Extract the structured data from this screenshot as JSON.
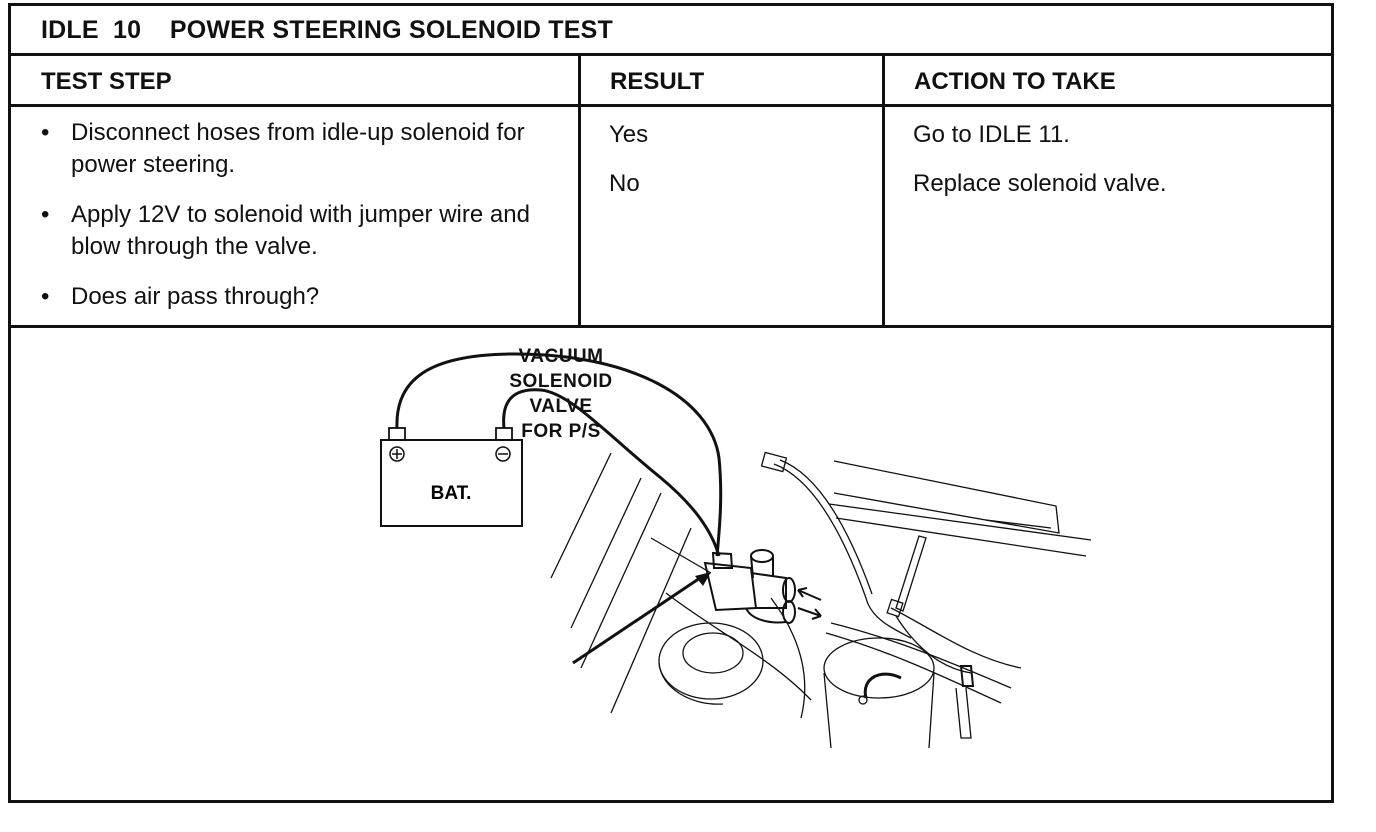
{
  "title": "IDLE  10    POWER STEERING SOLENOID TEST",
  "columns": {
    "test_step": "TEST STEP",
    "result": "RESULT",
    "action": "ACTION TO TAKE"
  },
  "steps": [
    "Disconnect hoses from idle-up solenoid for power steering.",
    "Apply 12V to solenoid with jumper wire and blow through the valve.",
    "Does air pass through?"
  ],
  "bullet_symbol": "•",
  "results": [
    "Yes",
    "No"
  ],
  "actions": [
    "Go to IDLE 11.",
    "Replace solenoid valve."
  ],
  "illustration": {
    "battery_label": "BAT.",
    "plus_symbol": "⊕",
    "minus_symbol": "⊖",
    "callout_lines": [
      "VACUUM",
      "SOLENOID",
      "VALVE",
      "FOR P/S"
    ]
  }
}
